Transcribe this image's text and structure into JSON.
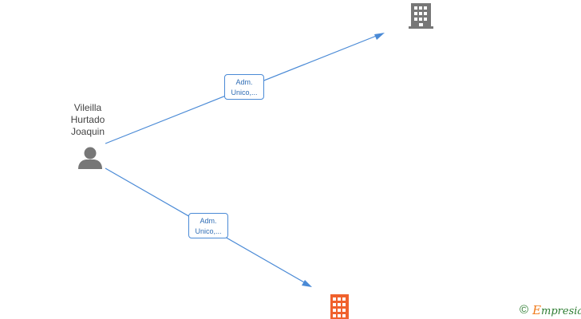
{
  "person": {
    "name_lines": [
      "Vileilla",
      "Hurtado",
      "Joaquin"
    ],
    "icon": "person-icon",
    "color": "#777777"
  },
  "companies": [
    {
      "icon": "building-icon",
      "color": "#777777"
    },
    {
      "icon": "building-icon",
      "color": "#f0612d"
    }
  ],
  "relations": [
    {
      "label_lines": [
        "Adm.",
        "Unico,..."
      ],
      "from": "person",
      "to": "company-0"
    },
    {
      "label_lines": [
        "Adm.",
        "Unico,..."
      ],
      "from": "person",
      "to": "company-1"
    }
  ],
  "edge_color": "#4a8ad6",
  "credit": {
    "symbol": "©",
    "brand_initial": "E",
    "brand_rest": "mpresia"
  }
}
